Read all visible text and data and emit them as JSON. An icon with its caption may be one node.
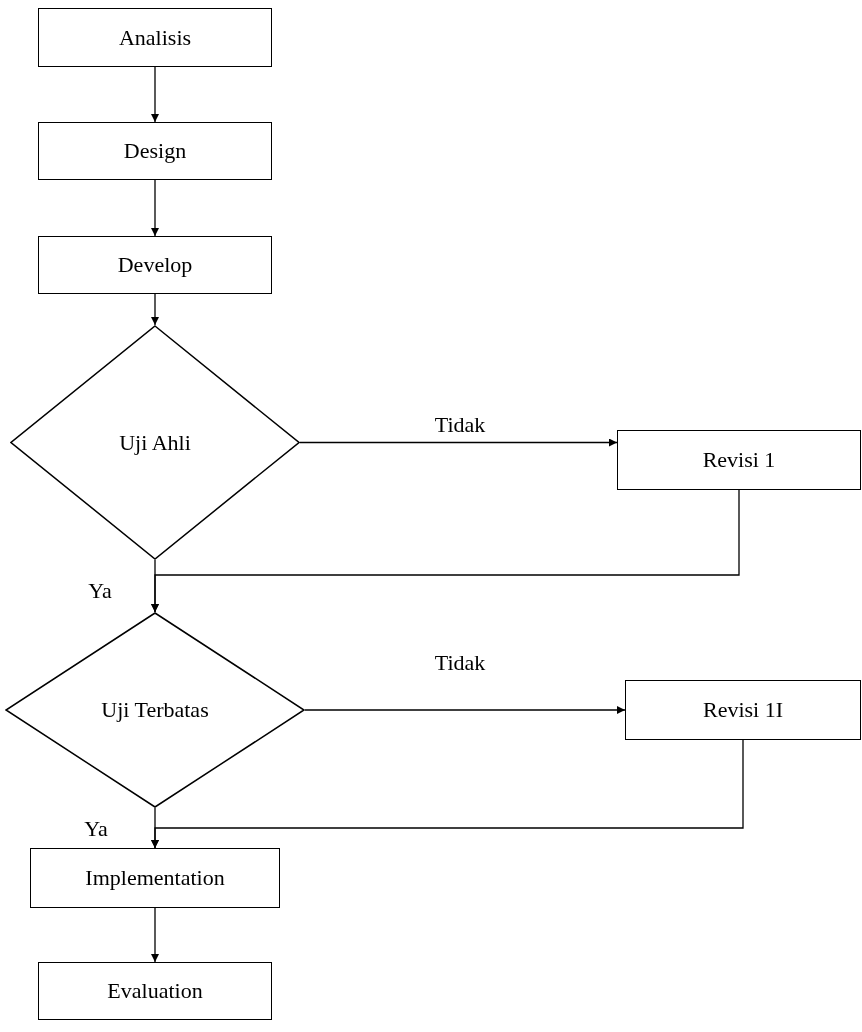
{
  "diagram": {
    "nodes": [
      {
        "text": [
          "Analisis"
        ]
      },
      {
        "text": [
          "Design"
        ]
      },
      {
        "text": [
          "Develop"
        ]
      },
      {
        "text": [
          "Uji Ahli"
        ]
      },
      {
        "text": [
          "Revisi 1"
        ]
      },
      {
        "text": [
          "Uji Terbatas"
        ]
      },
      {
        "text": [
          "Revisi 1I"
        ]
      },
      {
        "text": [
          "Implementation"
        ]
      },
      {
        "text": [
          "Evaluation"
        ]
      }
    ],
    "edges": [
      {
        "from": 0,
        "to": 1,
        "arrow": "to"
      },
      {
        "from": 1,
        "to": 2,
        "arrow": "to"
      },
      {
        "from": 2,
        "to": 3,
        "arrow": "to"
      },
      {
        "from": 3,
        "to": 4,
        "arrow": "to",
        "label": "Tidak"
      },
      {
        "from": 3,
        "to": 5,
        "arrow": "to",
        "label": "Ya"
      },
      {
        "from": 4,
        "to": 5,
        "arrow": "to"
      },
      {
        "from": 5,
        "to": 6,
        "arrow": "to",
        "label": "Tidak"
      },
      {
        "from": 5,
        "to": 7,
        "arrow": "to",
        "label": "Ya"
      },
      {
        "from": 6,
        "to": 7,
        "arrow": "to"
      },
      {
        "from": 7,
        "to": 8,
        "arrow": "to"
      }
    ]
  }
}
